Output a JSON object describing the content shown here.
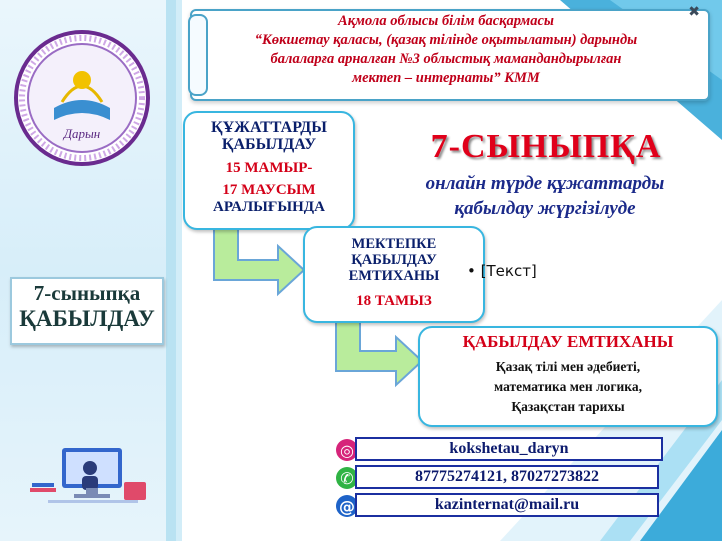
{
  "header": {
    "line1": "Ақмола облысы білім басқармасы",
    "line2": "“Көкшетау қаласы, (қазақ тілінде оқытылатын) дарынды",
    "line3": "балаларға арналған №3 облыстық мамандандырылған",
    "line4": "мектеп – интернаты” КММ",
    "close_icon": "✖"
  },
  "logo": {
    "name": "Дарын"
  },
  "step1": {
    "title": "ҚҰЖАТТАРДЫ ҚАБЫЛДАУ",
    "date_start": "15 МАМЫР-",
    "date_end": "17 МАУСЫМ",
    "period": "АРАЛЫҒЫНДА"
  },
  "step2": {
    "title": "МЕКТЕПКЕ ҚАБЫЛДАУ ЕМТИХАНЫ",
    "date": "18 ТАМЫЗ"
  },
  "step3": {
    "title": "ҚАБЫЛДАУ ЕМТИХАНЫ",
    "subject1": "Қазақ тілі мен әдебиеті,",
    "subject2": "математика мен логика,",
    "subject3": "Қазақстан тарихы"
  },
  "main": {
    "title": "7-СЫНЫПҚА",
    "subtitle_line1": "онлайн түрде құжаттарды",
    "subtitle_line2": "қабылдау жүргізілуде"
  },
  "placeholder": {
    "bullet": "•",
    "text": "[Текст]"
  },
  "badge": {
    "line1": "7-сыныпқа",
    "line2": "ҚАБЫЛДАУ"
  },
  "contacts": {
    "instagram": "kokshetau_daryn",
    "phones": "87775274121, 87027273822",
    "email": "kazinternat@mail.ru"
  },
  "colors": {
    "accent": "#38b6e0",
    "title_red": "#e0001a",
    "navy": "#0a1f6b"
  }
}
